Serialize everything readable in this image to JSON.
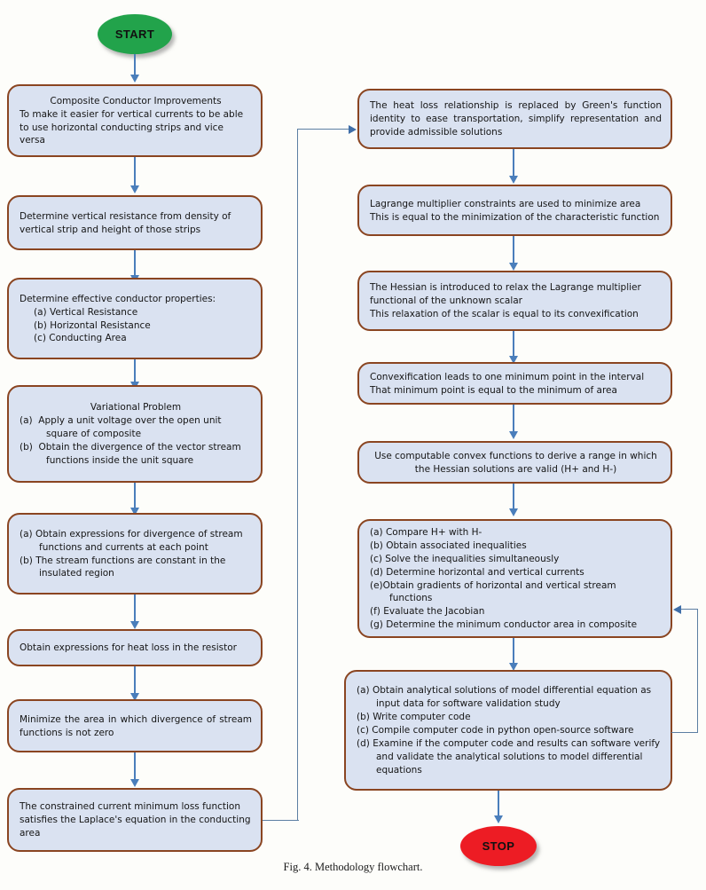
{
  "figure": {
    "caption": "Fig. 4. Methodology flowchart.",
    "background_color": "#fdfdfa"
  },
  "style": {
    "node_fill": "#dae2f1",
    "node_border": "#8a4521",
    "arrow_color": "#4a7ebb",
    "loop_color": "#5c7fa3",
    "start_fill": "#22a34b",
    "stop_fill": "#ed1c24"
  },
  "terminators": {
    "start": "START",
    "stop": "STOP"
  },
  "left_column": {
    "n1": {
      "l1": "Composite Conductor Improvements",
      "l2": "To make it easier for vertical currents to be able to use horizontal conducting strips and vice versa"
    },
    "n2": {
      "l1": "Determine vertical resistance from density of vertical strip and height of those strips"
    },
    "n3": {
      "l1": "Determine effective conductor properties:",
      "a": "(a) Vertical Resistance",
      "b": "(b) Horizontal Resistance",
      "c": "(c) Conducting Area"
    },
    "n4": {
      "title": "Variational Problem",
      "a": "(a)  Apply a unit voltage over the open unit square of composite",
      "b": "(b)  Obtain the divergence of the vector stream functions inside the unit square"
    },
    "n5": {
      "a": "(a) Obtain expressions for divergence of stream functions and currents at each point",
      "b": "(b) The stream functions are constant in the insulated region"
    },
    "n6": {
      "l1": "Obtain expressions for heat loss in the resistor"
    },
    "n7": {
      "l1": "Minimize the area in which divergence of stream functions is not zero"
    },
    "n8": {
      "l1": "The constrained current minimum loss function satisfies the Laplace's equation in the conducting area"
    }
  },
  "right_column": {
    "r1": {
      "l1": "The heat loss relationship is replaced by Green's function identity to ease transportation, simplify representation and provide admissible solutions"
    },
    "r2": {
      "l1": "Lagrange multiplier constraints are used to minimize area",
      "l2": "This is equal to the minimization of the characteristic function"
    },
    "r3": {
      "l1": "The Hessian is introduced to relax the Lagrange multiplier functional of the unknown scalar",
      "l2": "This relaxation of the scalar is equal to its convexification"
    },
    "r4": {
      "l1": "Convexification leads to one minimum point in the interval",
      "l2": "That minimum point is equal to the minimum of area"
    },
    "r5": {
      "l1": "Use computable convex functions to derive a range in which the Hessian solutions are valid (H+ and H-)"
    },
    "r6": {
      "a": "(a) Compare H+ with H-",
      "b": "(b) Obtain associated inequalities",
      "c": "(c) Solve the inequalities simultaneously",
      "d": "(d) Determine horizontal and vertical currents",
      "e": "(e)Obtain gradients of horizontal and vertical stream functions",
      "f": "(f) Evaluate the Jacobian",
      "g": "(g) Determine the minimum conductor area in composite"
    },
    "r7": {
      "a": "(a) Obtain analytical solutions of model differential equation as input data for software validation study",
      "b": "(b) Write computer code",
      "c": "(c) Compile computer code in python open-source software",
      "d": "(d) Examine if the computer code and results can software verify and validate the analytical solutions to model differential equations"
    }
  }
}
